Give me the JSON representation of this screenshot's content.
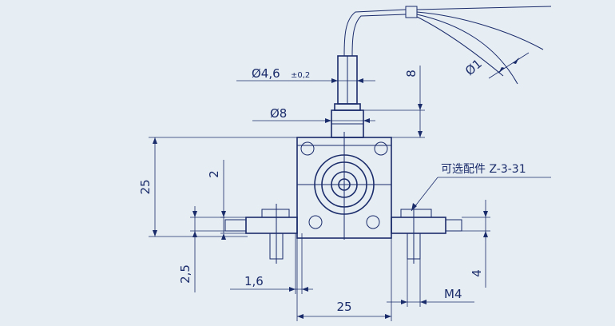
{
  "dimensions": {
    "cable_diameter": "Ø4,6",
    "cable_tolerance": "±0,2",
    "gland_diameter": "Ø8",
    "gland_length": "8",
    "wire_diameter": "Ø1",
    "body_height": "25",
    "body_offset": "2",
    "base_depth": "2,5",
    "slot_width": "1,6",
    "body_width": "25",
    "thread": "M4",
    "clamp_height": "4"
  },
  "callout": {
    "optional_part": "可选配件 Z-3-31"
  },
  "colors": {
    "background": "#e6edf3",
    "line": "#1b2c6b"
  }
}
